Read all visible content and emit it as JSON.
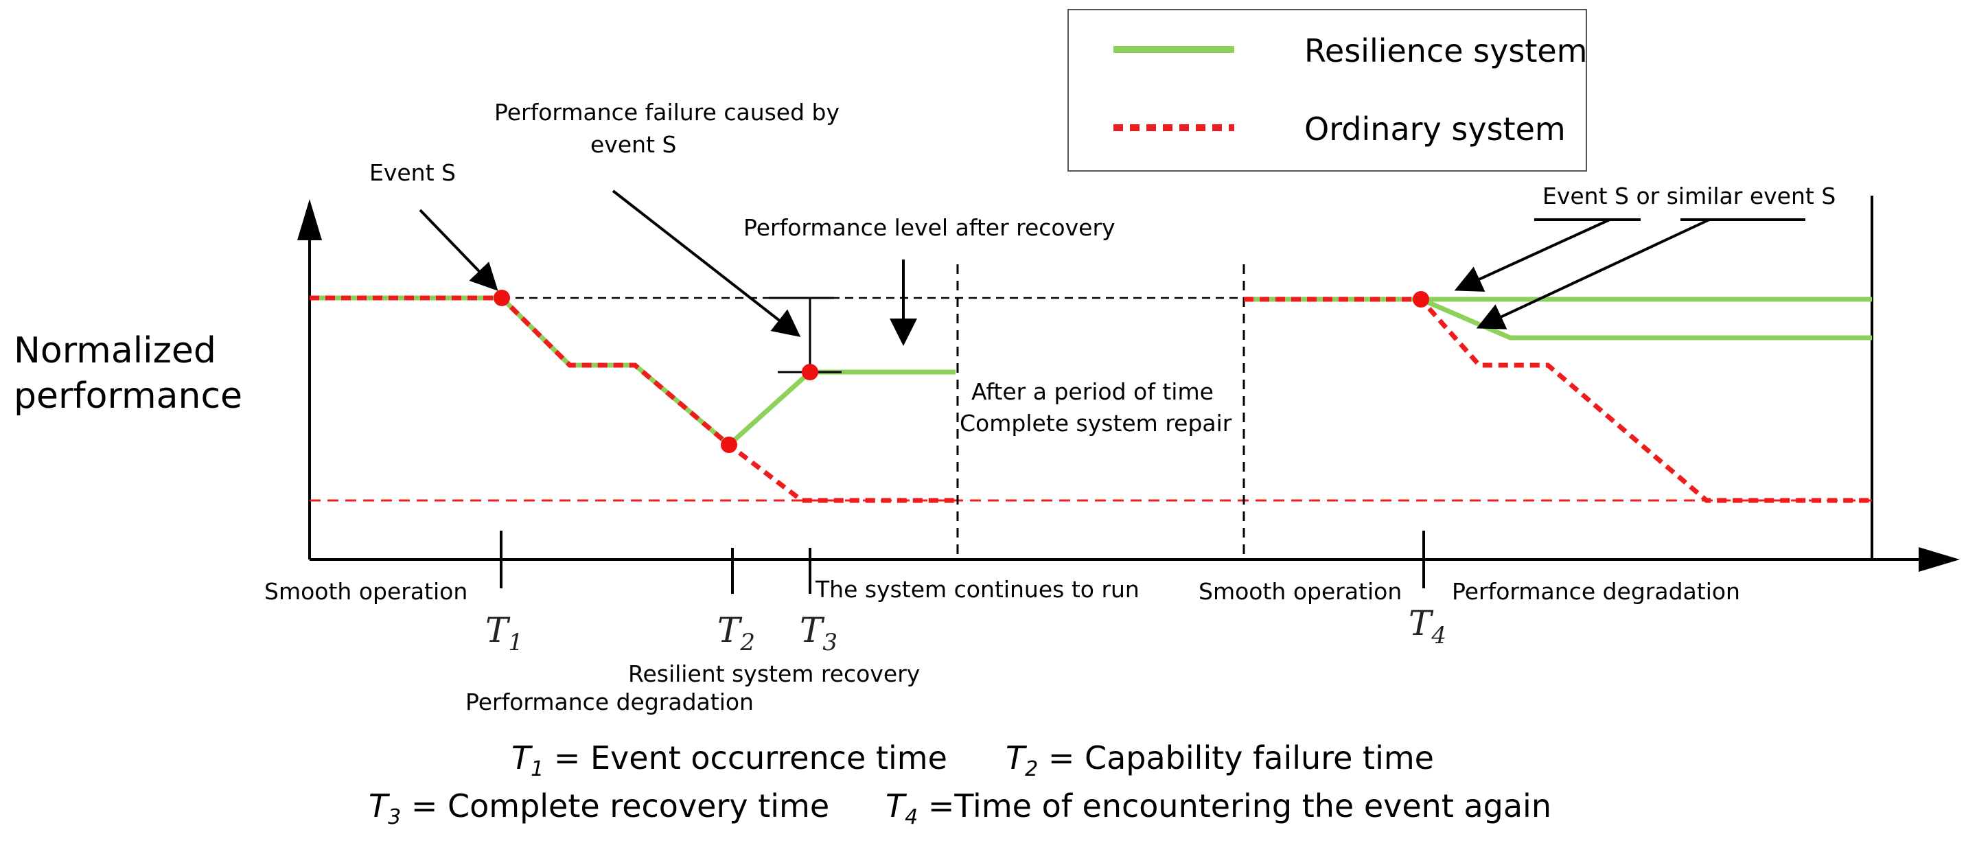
{
  "legend": {
    "resilience": "Resilience system",
    "ordinary": "Ordinary system"
  },
  "y_axis_label": {
    "line1": "Normalized",
    "line2": "performance"
  },
  "annotations": {
    "event_s": "Event S",
    "failure_line1": "Performance failure caused by",
    "failure_line2": "event S",
    "level_after_recovery": "Performance level after recovery",
    "repair_line1": "After a period of time",
    "repair_line2": "Complete system repair",
    "event_s_similar": "Event S or similar event S"
  },
  "phases": {
    "smooth_1": "Smooth operation",
    "degradation_1": "Performance degradation",
    "resilient_recovery": "Resilient system recovery",
    "continues": "The system continues to run",
    "smooth_2": "Smooth operation",
    "degradation_2": "Performance degradation"
  },
  "ticks": {
    "t1": "T",
    "t1_sub": "1",
    "t2": "T",
    "t2_sub": "2",
    "t3": "T",
    "t3_sub": "3",
    "t4": "T",
    "t4_sub": "4"
  },
  "definitions": {
    "t1": {
      "sym": "T",
      "sub": "1",
      "text": " = Event occurrence time"
    },
    "t2": {
      "sym": "T",
      "sub": "2",
      "text": " = Capability failure time"
    },
    "t3": {
      "sym": "T",
      "sub": "3",
      "text": " = Complete recovery time"
    },
    "t4": {
      "sym": "T",
      "sub": "4",
      "text": " =Time of encountering the event again"
    }
  },
  "colors": {
    "resilience": "#8ed15a",
    "ordinary": "#ee1c1c",
    "marker": "#ee1111",
    "axis": "#000000"
  }
}
